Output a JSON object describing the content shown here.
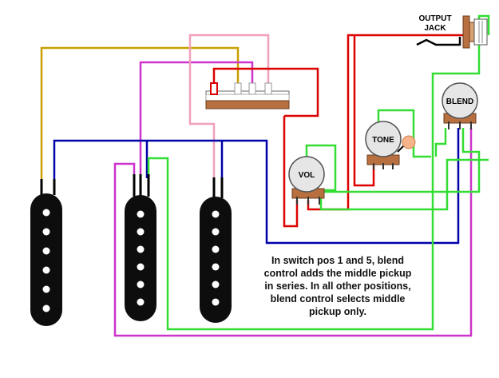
{
  "labels": {
    "output_jack_line1": "OUTPUT",
    "output_jack_line2": "JACK",
    "vol": "VOL",
    "tone": "TONE",
    "blend": "BLEND"
  },
  "note": {
    "line1": "In switch pos 1 and 5, blend",
    "line2": "control adds the middle pickup",
    "line3": "in series.  In all other positions,",
    "line4": "blend control selects middle",
    "line5": "pickup only."
  },
  "wire_colors": {
    "yellow": "#c8a000",
    "magenta": "#cc33cc",
    "pink": "#f0a0b8",
    "red": "#dd0000",
    "blue": "#0000aa",
    "green": "#33dd33",
    "black": "#000000"
  },
  "components": {
    "pickups": [
      "neck-pickup",
      "middle-pickup",
      "bridge-pickup"
    ],
    "pots": [
      "vol-pot",
      "tone-pot",
      "blend-pot"
    ],
    "switch": "selector-switch",
    "jack": "output-jack"
  }
}
